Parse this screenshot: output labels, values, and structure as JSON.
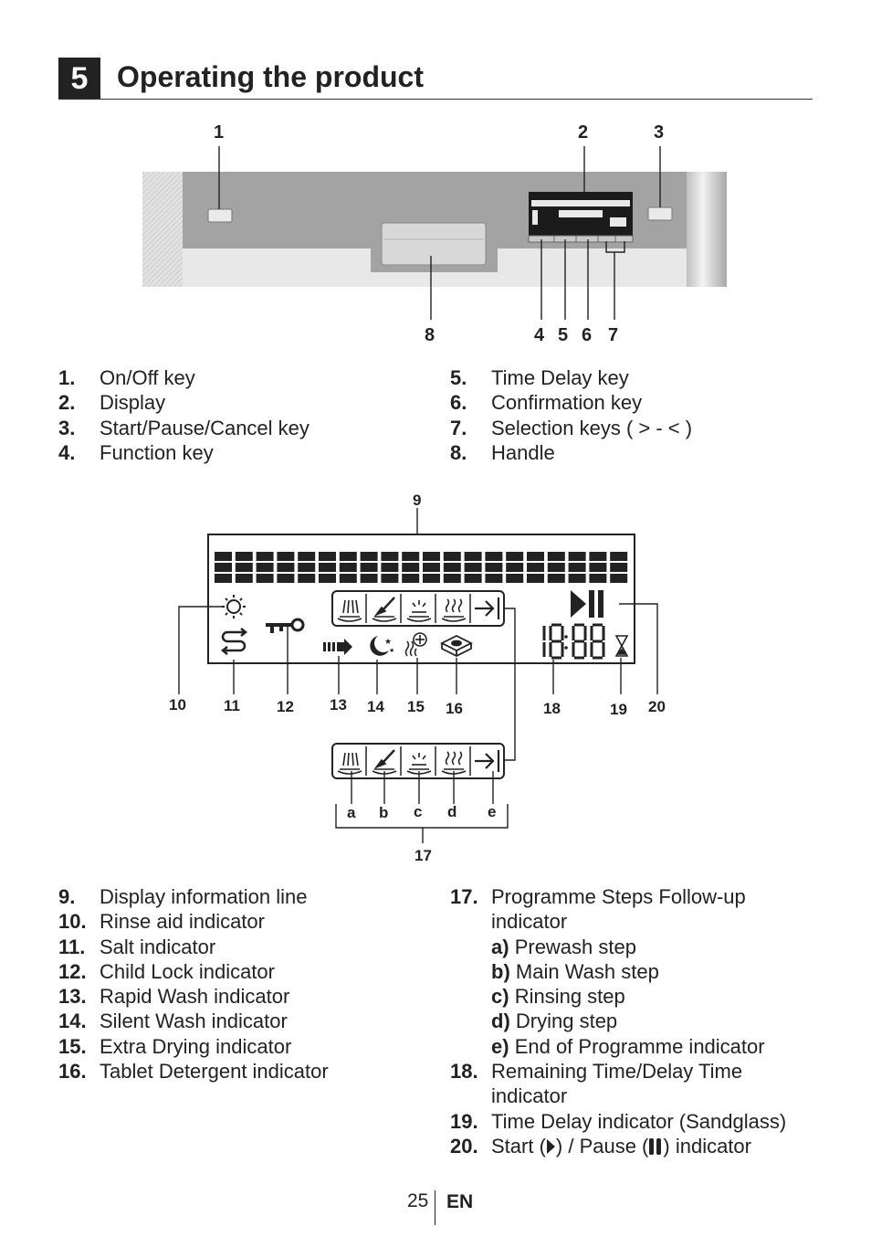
{
  "header": {
    "section_number": "5",
    "title": "Operating the product"
  },
  "panel_callouts": [
    "1",
    "2",
    "3",
    "8",
    "4",
    "5",
    "6",
    "7"
  ],
  "panel_legend": [
    {
      "num": "1.",
      "label": "On/Off key"
    },
    {
      "num": "2.",
      "label": "Display"
    },
    {
      "num": "3.",
      "label": "Start/Pause/Cancel key"
    },
    {
      "num": "4.",
      "label": "Function key"
    },
    {
      "num": "5.",
      "label": "Time Delay key"
    },
    {
      "num": "6.",
      "label": "Confirmation key"
    },
    {
      "num": "7.",
      "label": "Selection keys ( > - < )"
    },
    {
      "num": "8.",
      "label": "Handle"
    }
  ],
  "display_callouts": [
    "9",
    "10",
    "11",
    "12",
    "13",
    "14",
    "15",
    "16",
    "18",
    "19",
    "20"
  ],
  "step_callouts": {
    "a": "a",
    "b": "b",
    "c": "c",
    "d": "d",
    "e": "e",
    "group": "17"
  },
  "display_legend_left": [
    {
      "num": "9.",
      "label": "Display information line"
    },
    {
      "num": "10.",
      "label": "Rinse aid indicator"
    },
    {
      "num": "11.",
      "label": "Salt indicator"
    },
    {
      "num": "12.",
      "label": "Child Lock indicator"
    },
    {
      "num": "13.",
      "label": "Rapid Wash indicator"
    },
    {
      "num": "14.",
      "label": "Silent Wash indicator"
    },
    {
      "num": "15.",
      "label": "Extra Drying indicator"
    },
    {
      "num": "16.",
      "label": "Tablet Detergent indicator"
    }
  ],
  "display_legend_right": {
    "item17_num": "17.",
    "item17_line1": "Programme Steps Follow-up",
    "item17_line2": "indicator",
    "steps": [
      {
        "key": "a)",
        "label": "Prewash step"
      },
      {
        "key": "b)",
        "label": "Main Wash step"
      },
      {
        "key": "c)",
        "label": "Rinsing step"
      },
      {
        "key": "d)",
        "label": "Drying step"
      },
      {
        "key": "e)",
        "label": "End of Programme indicator"
      }
    ],
    "item18_num": "18.",
    "item18_line1": "Remaining Time/Delay Time",
    "item18_line2": "indicator",
    "item19_num": "19.",
    "item19_label": "Time Delay indicator (Sandglass)",
    "item20_num": "20.",
    "item20_pre": "Start (",
    "item20_mid": ") / Pause (",
    "item20_post": ") indicator"
  },
  "display_time": "18:88",
  "footer": {
    "page": "25",
    "lang": "EN"
  },
  "colors": {
    "panel": "#a3a3a3",
    "panel_light": "#e6e6e6",
    "ink": "#222222"
  }
}
